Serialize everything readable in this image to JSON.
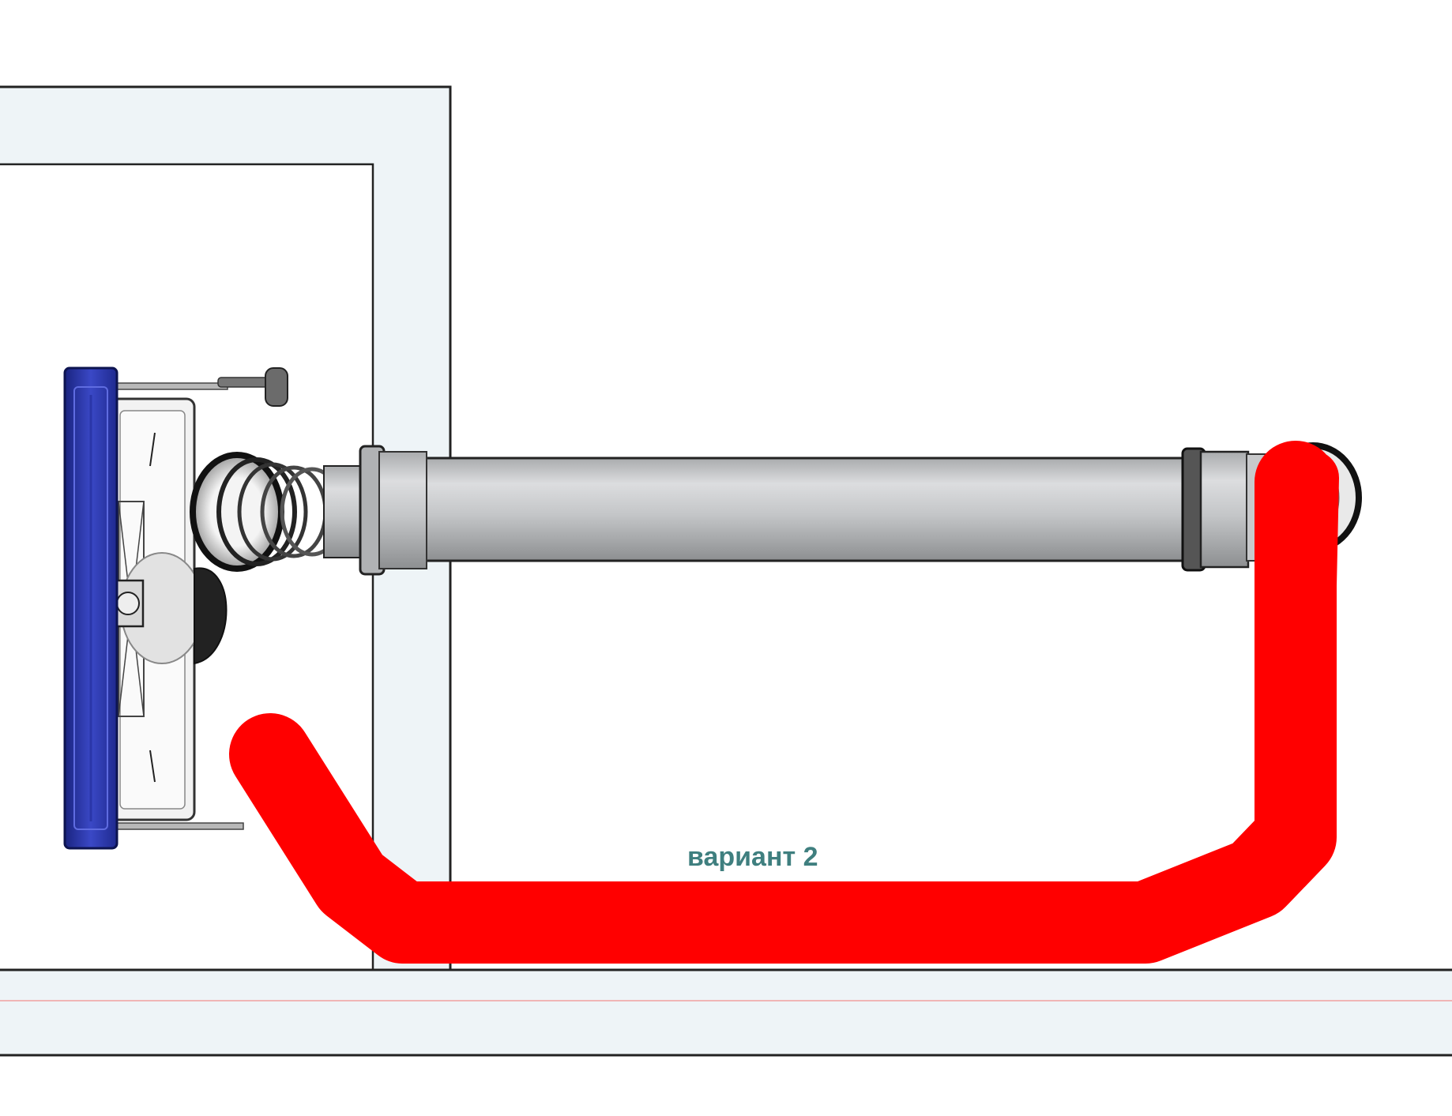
{
  "labels": {
    "variant": "вариант 2"
  },
  "colors": {
    "wall_fill": "#eef4f7",
    "line": "#222222",
    "pipe": "#c2c4c6",
    "pipe_highlight": "#dcdddf",
    "pipe_shadow": "#9a9c9e",
    "frame_blue": "#1f2a8f",
    "frame_blue_light": "#3a48c6",
    "route_red": "#ff0000",
    "label_teal": "#3f7f7f",
    "floor_line": "#f0a0a0"
  },
  "icons": {
    "installation": "wall-hung-installation-frame",
    "pipe": "drain-pipe",
    "elbow": "pipe-elbow",
    "route": "alternative-route-line"
  }
}
